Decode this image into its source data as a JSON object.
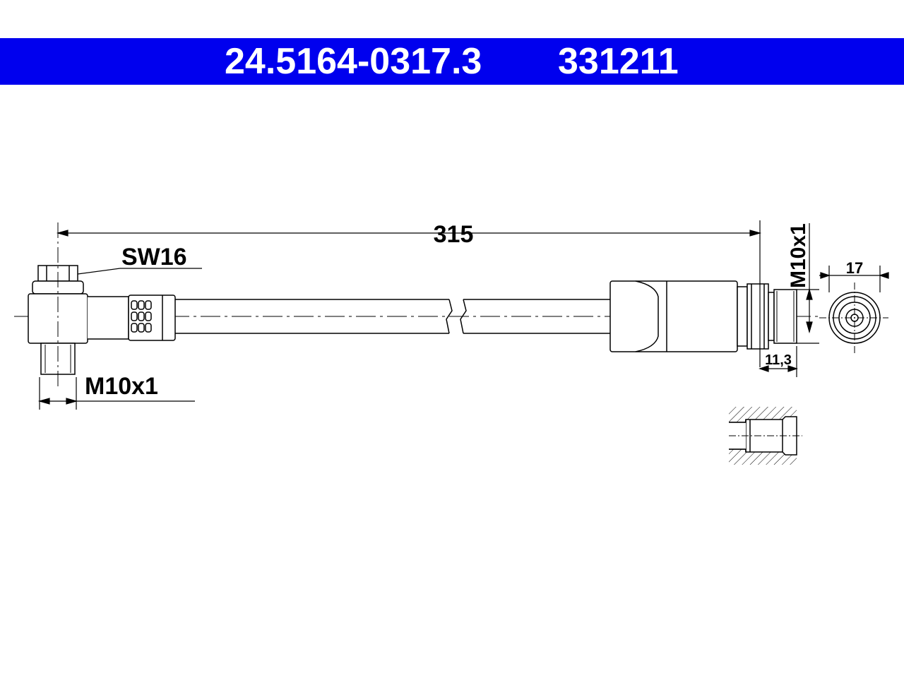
{
  "header": {
    "part_number": "24.5164-0317.3",
    "ref_number": "331211",
    "bar_color": "#0000ee",
    "text_color": "#ffffff"
  },
  "dimensions": {
    "length": "315",
    "wrench_size": "SW16",
    "thread_left": "M10x1",
    "thread_right": "M10x1",
    "nut_length": "11,3",
    "end_diameter": "17"
  }
}
